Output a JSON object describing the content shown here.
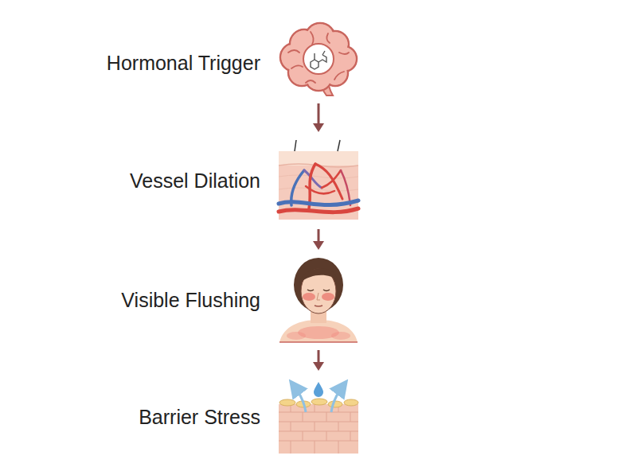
{
  "diagram": {
    "nodes": [
      {
        "text": [
          "Hormonal Trigger"
        ]
      },
      {
        "text": [
          "Vessel Dilation"
        ]
      },
      {
        "text": [
          "Visible Flushing"
        ]
      },
      {
        "text": [
          "Barrier Stress"
        ]
      }
    ],
    "edges": [
      {
        "from": 0,
        "to": 1,
        "arrow": "to"
      },
      {
        "from": 1,
        "to": 2,
        "arrow": "to"
      },
      {
        "from": 2,
        "to": 3,
        "arrow": "to"
      }
    ]
  }
}
